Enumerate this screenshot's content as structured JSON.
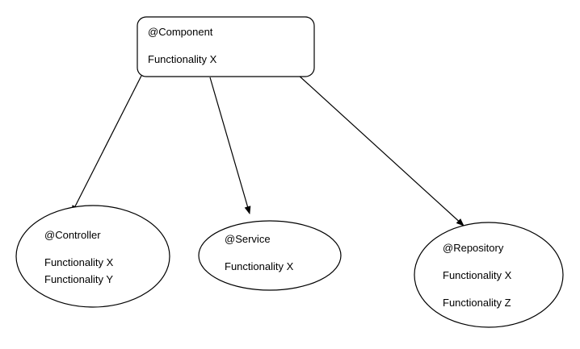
{
  "nodes": {
    "component": {
      "title": "@Component",
      "lines": [
        "Functionality X"
      ]
    },
    "controller": {
      "title": "@Controller",
      "lines": [
        "Functionality X",
        "Functionality Y"
      ]
    },
    "service": {
      "title": "@Service",
      "lines": [
        "Functionality X"
      ]
    },
    "repository": {
      "title": "@Repository",
      "lines": [
        "Functionality X",
        "Functionality Z"
      ]
    }
  },
  "edges": [
    {
      "from": "component",
      "to": "controller"
    },
    {
      "from": "component",
      "to": "service"
    },
    {
      "from": "component",
      "to": "repository"
    }
  ],
  "colors": {
    "stroke": "#000000",
    "background": "#ffffff"
  }
}
